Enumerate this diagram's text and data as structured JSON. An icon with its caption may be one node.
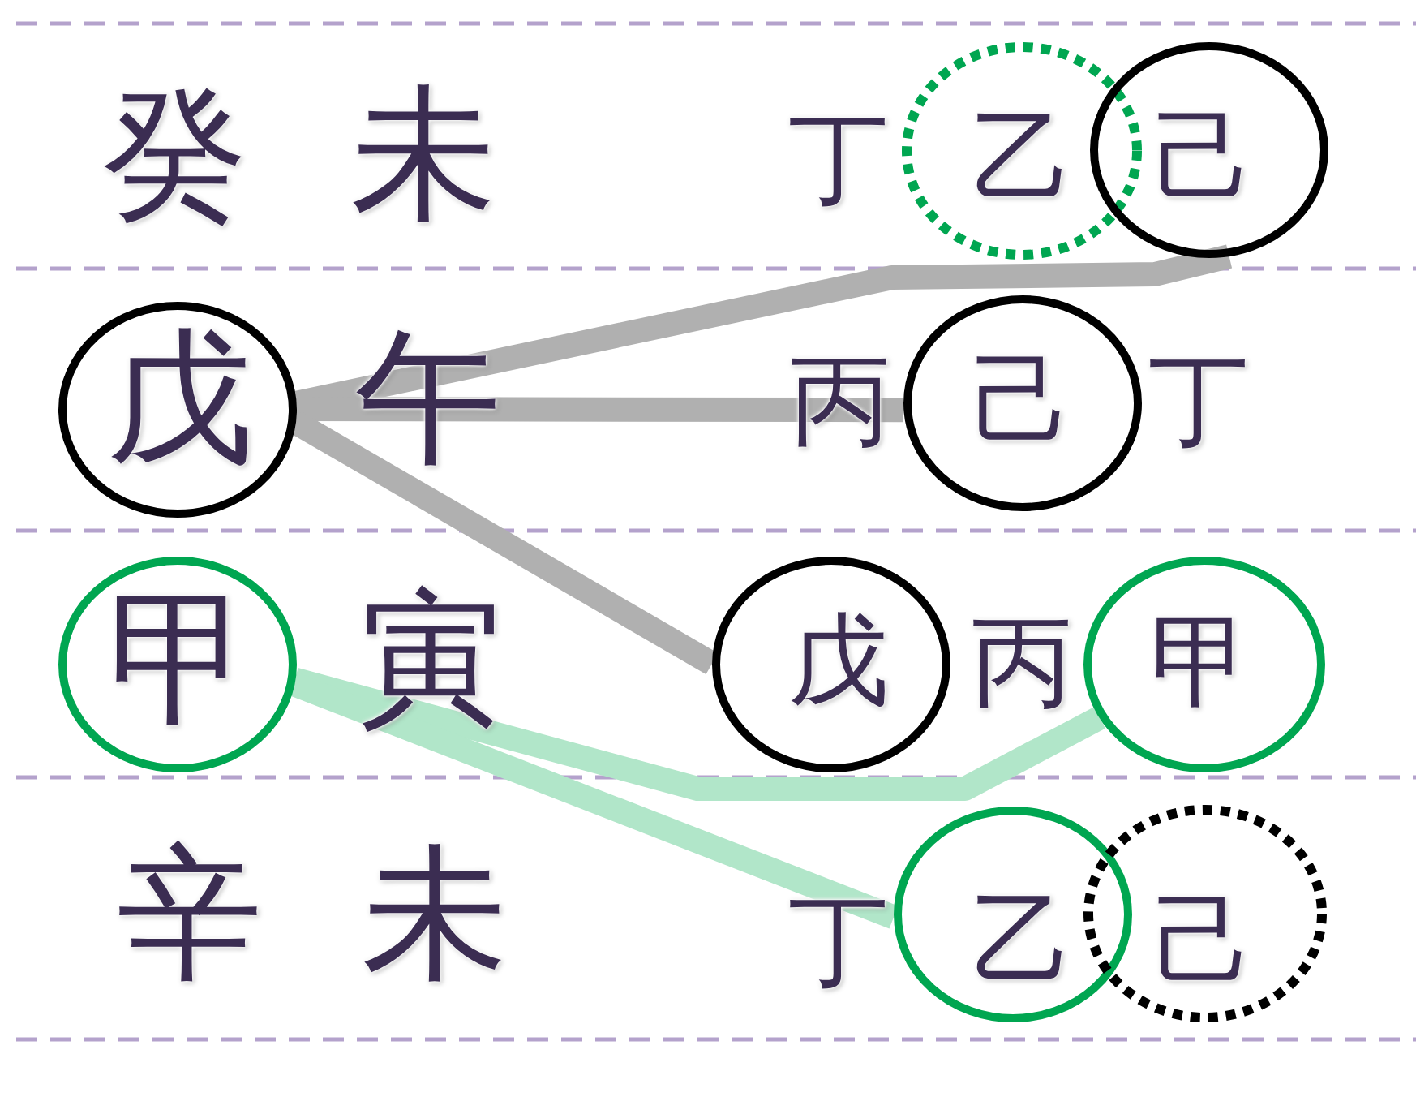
{
  "diagram": {
    "nodes": [
      {
        "text": [
          "乙"
        ]
      },
      {
        "text": [
          "己"
        ]
      },
      {
        "text": [
          "戊"
        ]
      },
      {
        "text": [
          "己"
        ]
      },
      {
        "text": [
          "甲"
        ]
      },
      {
        "text": [
          "戊"
        ]
      },
      {
        "text": [
          "甲"
        ]
      },
      {
        "text": [
          "乙"
        ]
      },
      {
        "text": [
          "己"
        ]
      }
    ],
    "edges": [
      {
        "from": 2,
        "to": 1,
        "arrow": "none"
      },
      {
        "from": 2,
        "to": 3,
        "arrow": "none"
      },
      {
        "from": 2,
        "to": 5,
        "arrow": "none"
      },
      {
        "from": 4,
        "to": 6,
        "arrow": "none",
        "color": "#b1e6c9"
      },
      {
        "from": 4,
        "to": 7,
        "arrow": "none",
        "color": "#b1e6c9"
      }
    ],
    "labels": [
      "癸",
      "未",
      "丁",
      "午",
      "丙",
      "丁",
      "寅",
      "丙",
      "辛",
      "未",
      "丁"
    ]
  }
}
